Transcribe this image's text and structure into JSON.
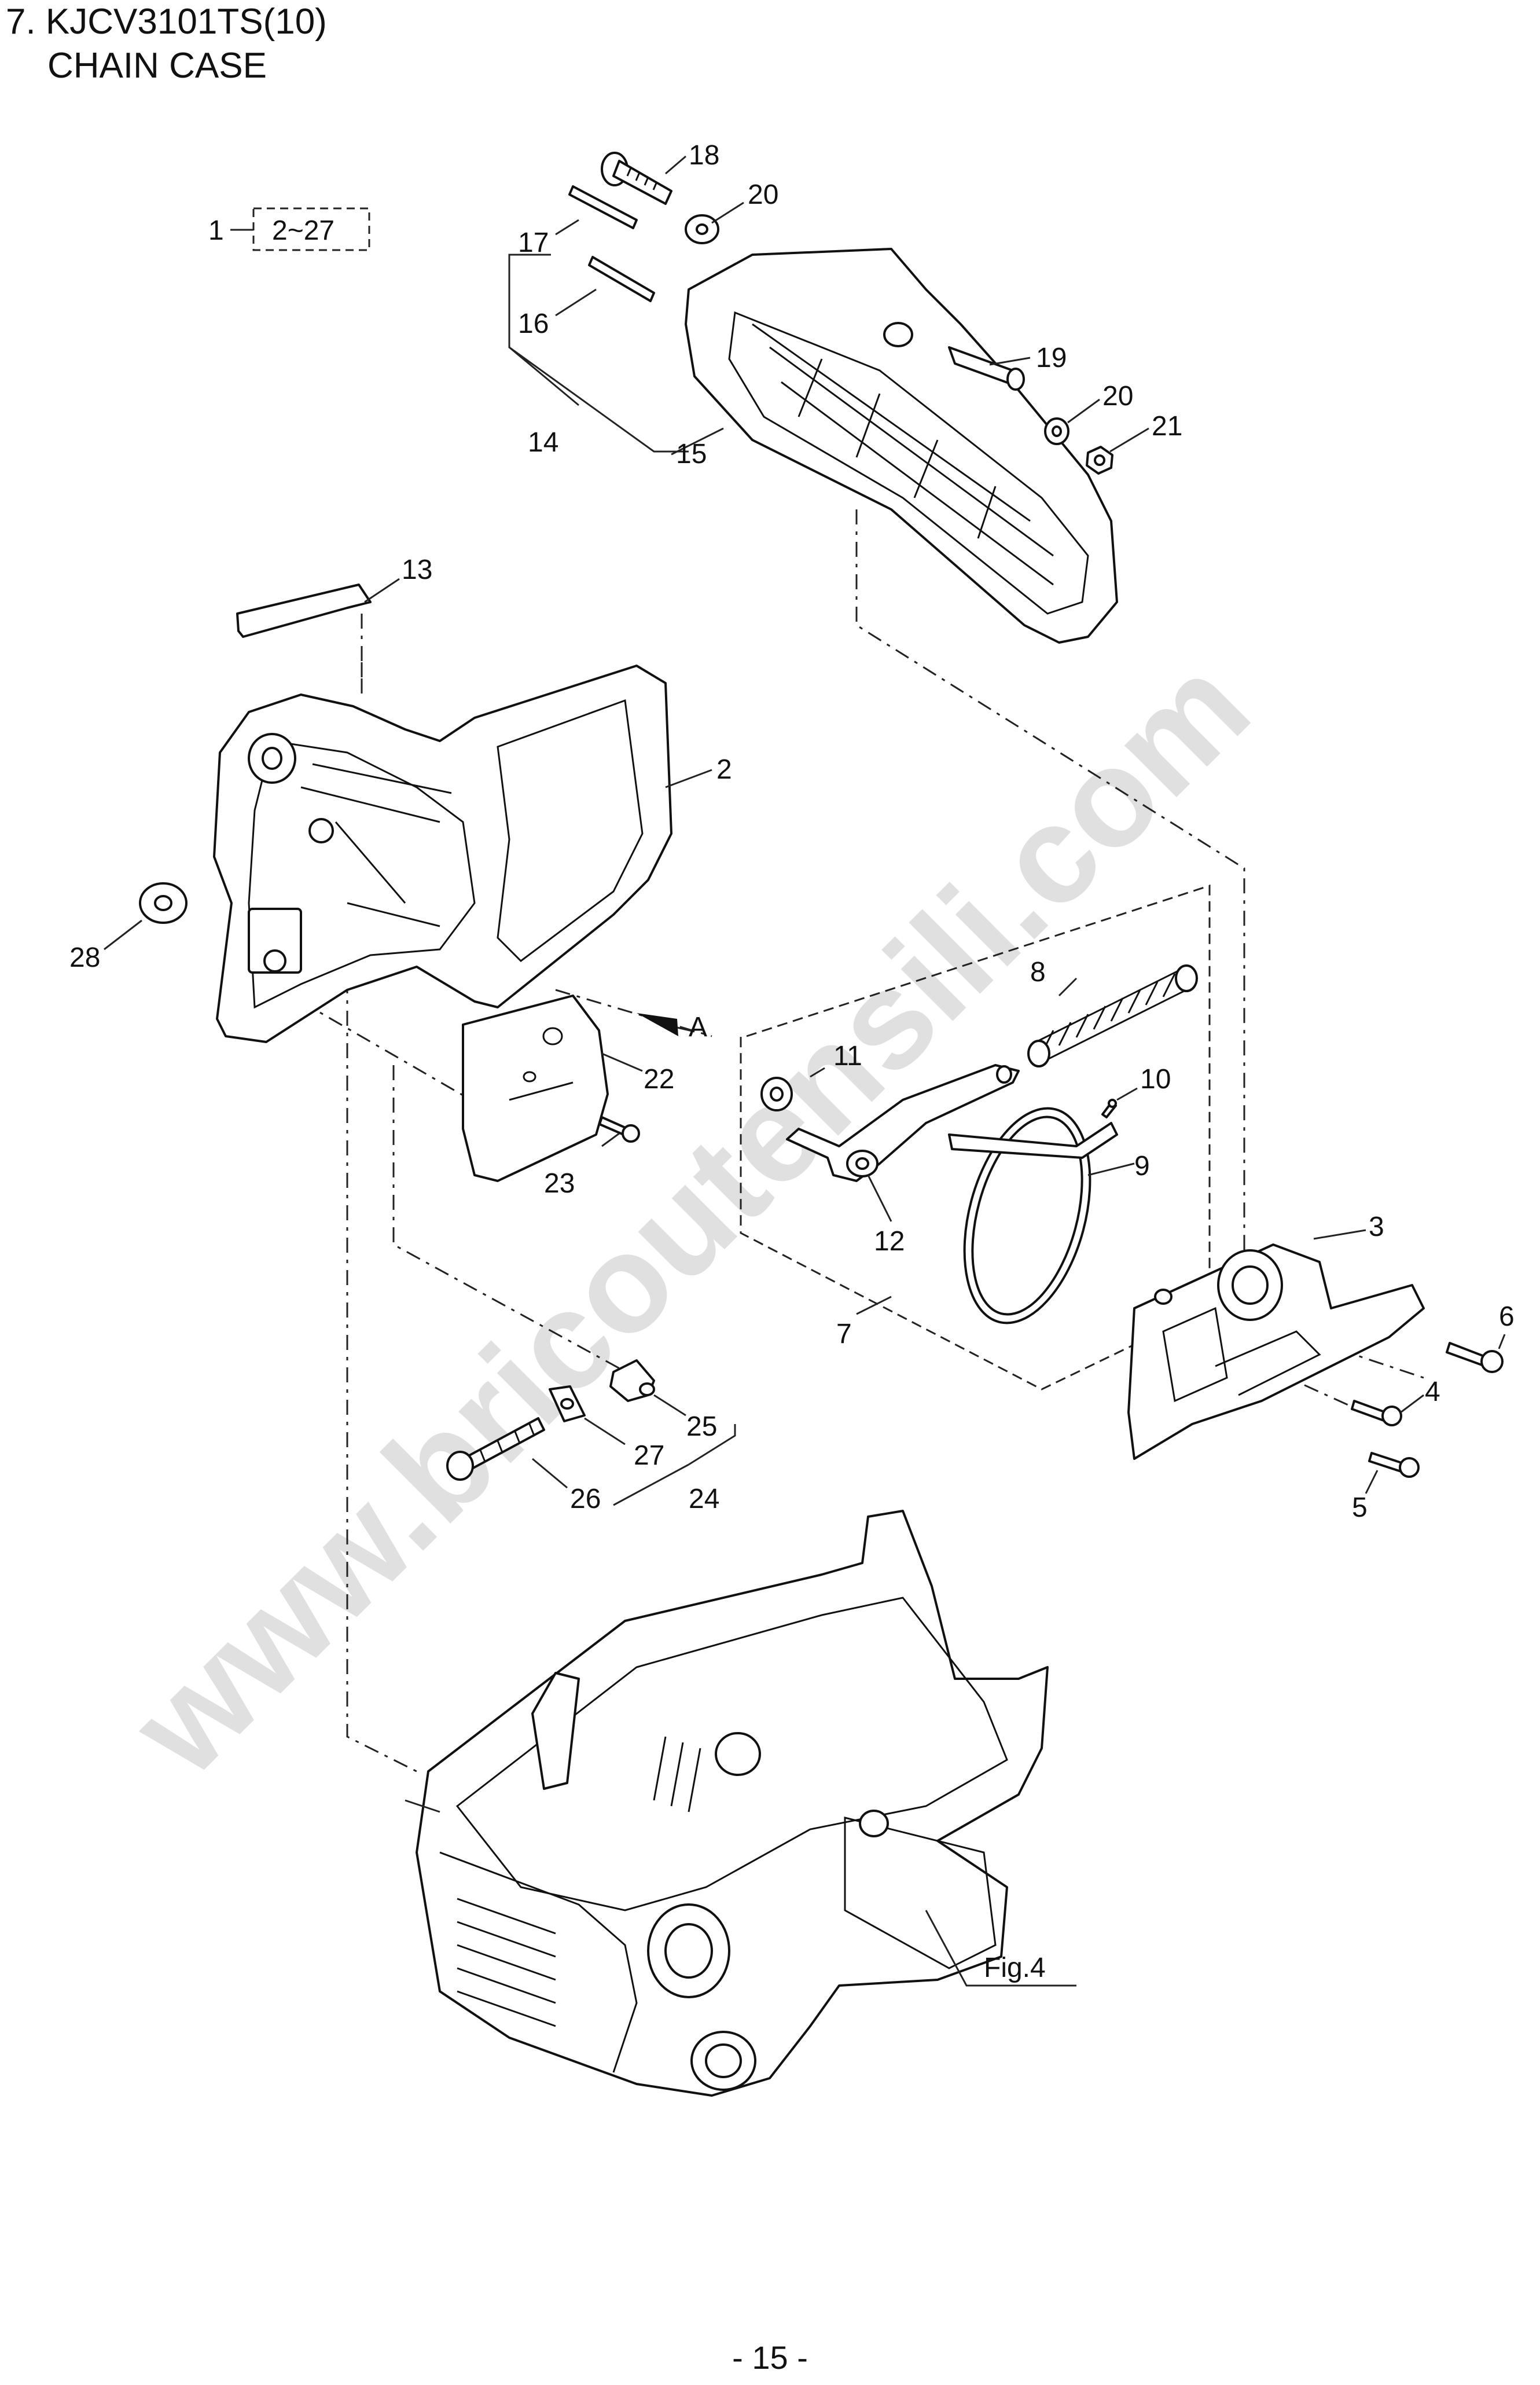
{
  "header": {
    "title": "7. KJCV3101TS(10)",
    "subtitle": "CHAIN CASE"
  },
  "callouts": {
    "c1": "1",
    "c1_range": "2~27",
    "c2": "2",
    "c3": "3",
    "c4": "4",
    "c5": "5",
    "c6": "6",
    "c7": "7",
    "c8": "8",
    "c9": "9",
    "c10": "10",
    "c11": "11",
    "c12": "12",
    "c13": "13",
    "c14": "14",
    "c15": "15",
    "c16": "16",
    "c17": "17",
    "c18": "18",
    "c19": "19",
    "c20a": "20",
    "c20b": "20",
    "c21": "21",
    "c22": "22",
    "c23": "23",
    "c24": "24",
    "c25": "25",
    "c26": "26",
    "c27": "27",
    "c28": "28",
    "view_a": "A",
    "fig_ref": "Fig.4"
  },
  "watermark": "www.bricoutensili.com",
  "footer": {
    "page_number": "- 15 -"
  }
}
